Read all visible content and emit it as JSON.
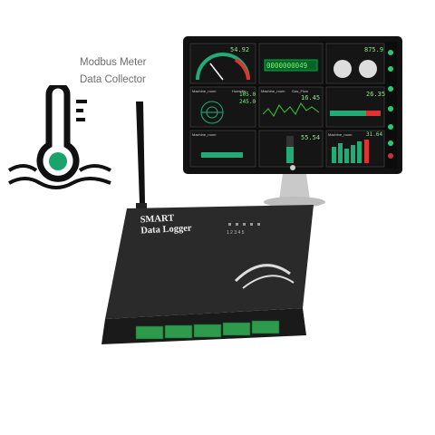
{
  "caption": {
    "line1": "Modbus Meter",
    "line2": "Data Collector"
  },
  "device": {
    "line1": "SMART",
    "line2": "Data Logger",
    "led_labels": "1 2 3 4 5"
  },
  "monitor": {
    "readout_top_left": "54.92",
    "readout_center": "0000000049",
    "readout_top_right": "875.9",
    "readout_mid_left_a": "105.0",
    "readout_mid_left_b": "245.0",
    "readout_mid_center": "16.45",
    "readout_mid_right": "26.35",
    "readout_bottom_center": "55.54",
    "readout_bottom_right": "31.64",
    "panel_label_1": "Machine_room",
    "panel_label_2": "Humidity",
    "panel_label_3": "Machine_room",
    "panel_label_4": "Gas_Flow",
    "panel_label_5": "Machine_room",
    "panel_label_6": "Machine_room"
  },
  "colors": {
    "accent_green": "#1aa36a",
    "screen_bg": "#0c0c0c",
    "device_body": "#262626",
    "terminal_green": "#2d9b4b"
  }
}
